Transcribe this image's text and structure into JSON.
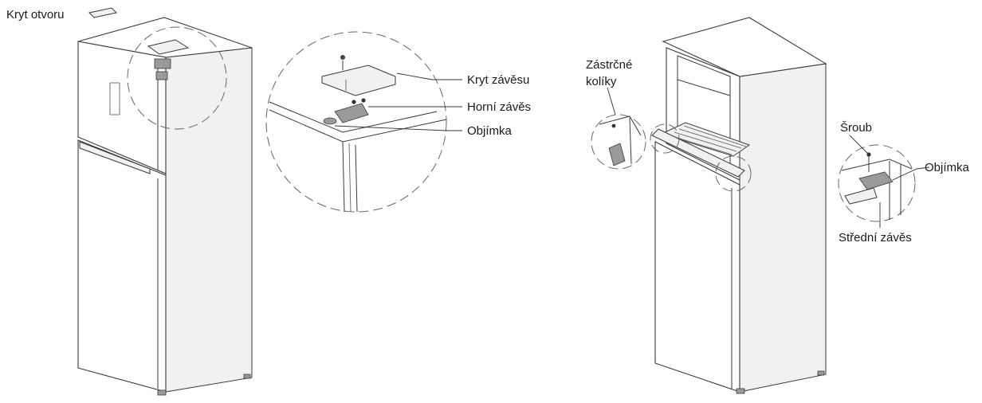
{
  "left_figure": {
    "hole_cover_label": "Kryt otvoru",
    "callouts": [
      {
        "label": "Kryt závěsu"
      },
      {
        "label": "Horní závěs"
      },
      {
        "label": "Objímka"
      }
    ]
  },
  "right_figure": {
    "pins_label_line1": "Zástrčné",
    "pins_label_line2": "kolíky",
    "screw_label": "Šroub",
    "bushing_label": "Objímka",
    "middle_hinge_label": "Střední závěs"
  }
}
